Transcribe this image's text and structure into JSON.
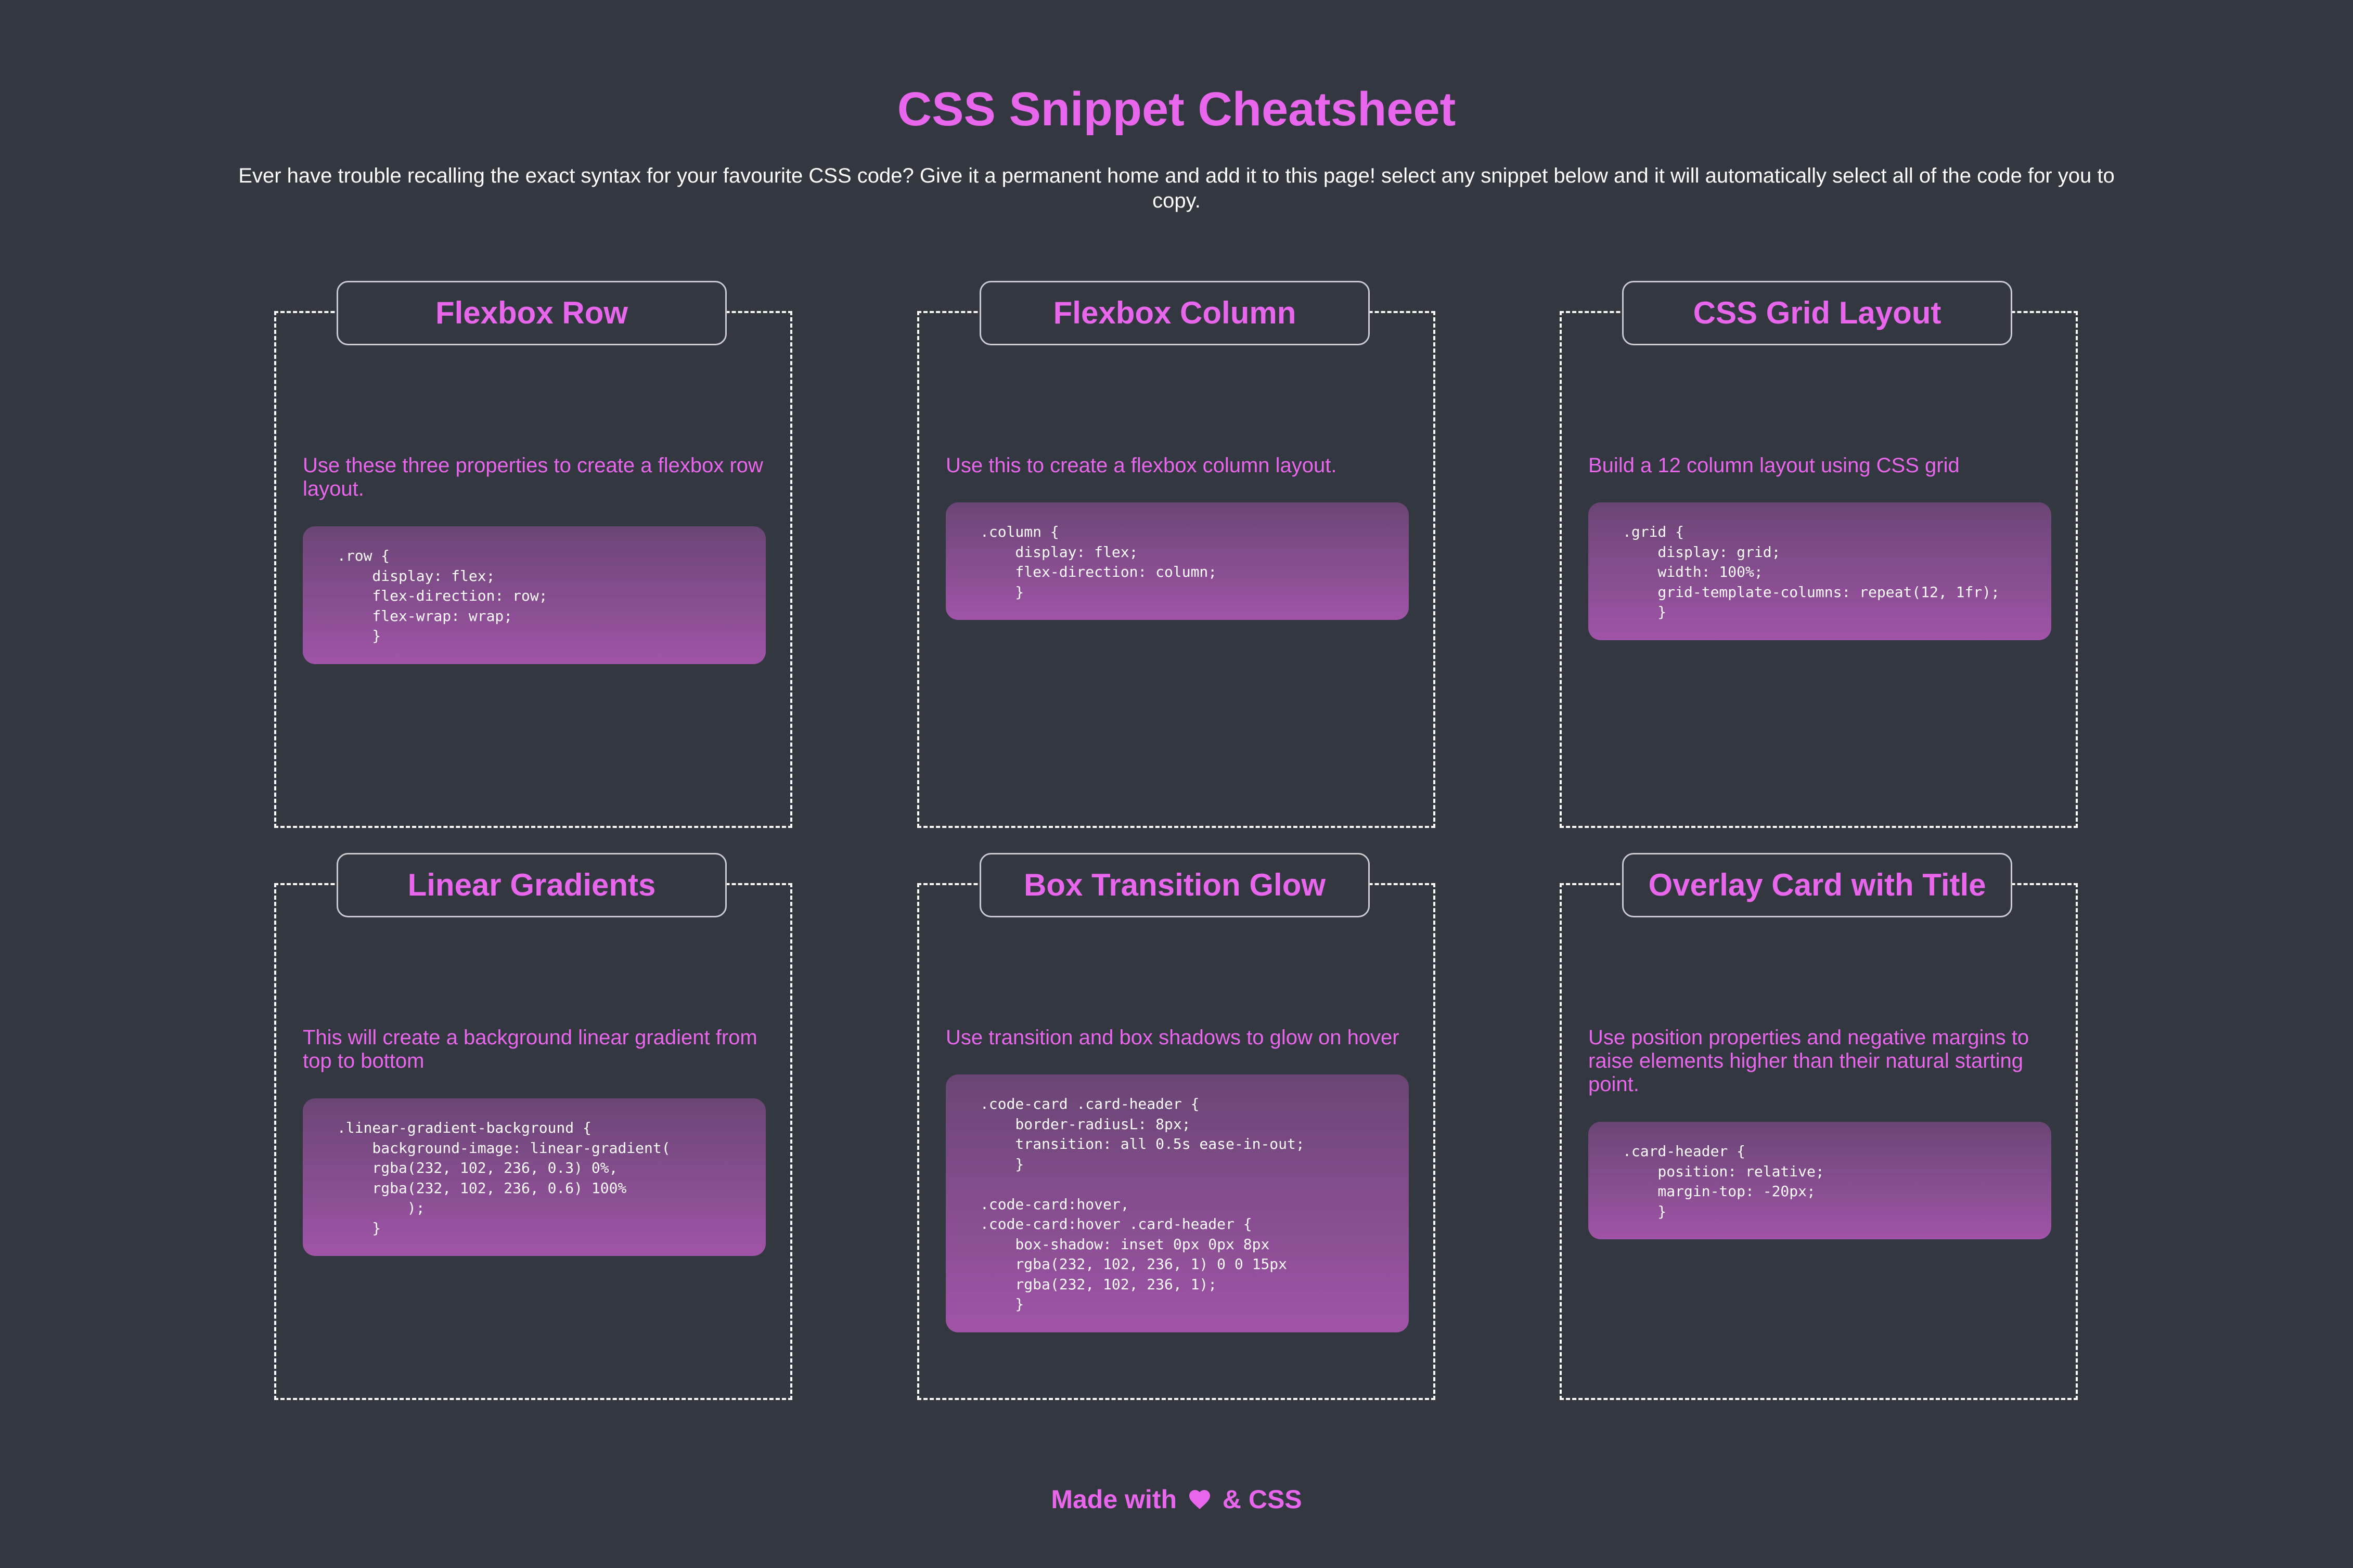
{
  "page": {
    "title": "CSS Snippet Cheatsheet",
    "intro": "Ever have trouble recalling the exact syntax for your favourite CSS code? Give it a permanent home and add it to this page! select any snippet below and it will automatically select all of the code for you to copy."
  },
  "colors": {
    "background": "#333840",
    "accent": "#e866ec",
    "text": "#ffffff"
  },
  "cards": [
    {
      "title": "Flexbox Row",
      "description": "Use these three properties to create a flexbox row layout.",
      "code": ".row {\n    display: flex;\n    flex-direction: row;\n    flex-wrap: wrap;\n    }"
    },
    {
      "title": "Flexbox Column",
      "description": "Use this to create a flexbox column layout.",
      "code": ".column {\n    display: flex;\n    flex-direction: column;\n    }"
    },
    {
      "title": "CSS Grid Layout",
      "description": "Build a 12 column layout using CSS grid",
      "code": ".grid {\n    display: grid;\n    width: 100%;\n    grid-template-columns: repeat(12, 1fr);\n    }"
    },
    {
      "title": "Linear Gradients",
      "description": "This will create a background linear gradient from top to bottom",
      "code": ".linear-gradient-background {\n    background-image: linear-gradient(\n    rgba(232, 102, 236, 0.3) 0%,\n    rgba(232, 102, 236, 0.6) 100%\n        );\n    }"
    },
    {
      "title": "Box Transition Glow",
      "description": "Use transition and box shadows to glow on hover",
      "code": ".code-card .card-header {\n    border-radiusL: 8px;\n    transition: all 0.5s ease-in-out;\n    }\n\n.code-card:hover,\n.code-card:hover .card-header {\n    box-shadow: inset 0px 0px 8px\n    rgba(232, 102, 236, 1) 0 0 15px\n    rgba(232, 102, 236, 1);\n    }"
    },
    {
      "title": "Overlay Card with Title",
      "description": "Use position properties and negative margins to raise elements higher than their natural starting point.",
      "code": ".card-header {\n    position: relative;\n    margin-top: -20px;\n    }"
    }
  ],
  "footer": {
    "prefix": "Made with",
    "icon": "heart-icon",
    "suffix": "& CSS"
  }
}
